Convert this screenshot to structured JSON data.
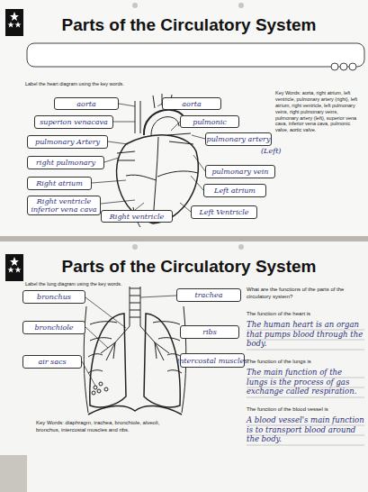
{
  "diagram": {
    "title": "Parts of the Circulatory System",
    "nodes": [
      {
        "text": [
          "aorta"
        ]
      },
      {
        "text": [
          "superion venacava"
        ]
      },
      {
        "text": [
          "pulmonary Artery"
        ]
      },
      {
        "text": [
          "right pulmonary"
        ]
      },
      {
        "text": [
          "Right atrium"
        ]
      },
      {
        "text": [
          "Right ventricle",
          "inferior vena cava"
        ]
      },
      {
        "text": [
          "Right ventricle"
        ]
      },
      {
        "text": [
          "aorta"
        ]
      },
      {
        "text": [
          "pulmonic"
        ]
      },
      {
        "text": [
          "pulmonary artery"
        ]
      },
      {
        "text": [
          "pulmonary vein"
        ]
      },
      {
        "text": [
          "Left atrium"
        ]
      },
      {
        "text": [
          "Left Ventricle"
        ]
      },
      {
        "text": [
          "bronchus"
        ]
      },
      {
        "text": [
          "bronchiole"
        ]
      },
      {
        "text": [
          "air sacs"
        ]
      },
      {
        "text": [
          "trachea"
        ]
      },
      {
        "text": [
          "ribs"
        ]
      },
      {
        "text": [
          "intercostal muscles"
        ]
      }
    ],
    "labels": [
      "Label the heart diagram using the key words.",
      "Key Words: aorta, right atrium, left ventricle, pulmonary artery (right), left atrium, right ventricle, left pulmonary veins, right pulmonary veins, pulmonary artery (left), superior vena cava, inferior vena cava, pulmonic valve, aortic valve.",
      "(Left)",
      "Parts of the Circulatory System",
      "Key Words: diaphragm, trachea, bronchiole, alveoli, bronchus, intercostal muscles and ribs.",
      "What are the functions of the parts of the circulatory system?",
      "The function of the heart is",
      "The human heart is an organ that pumps blood through the body.",
      "The function of the lungs is",
      "The main function of the lungs is the process of gas exchange called respiration.",
      "The function of the blood vessel is",
      "A blood vessel's main function is to transport blood around the body.",
      "Label the lung diagram using the key words."
    ]
  }
}
